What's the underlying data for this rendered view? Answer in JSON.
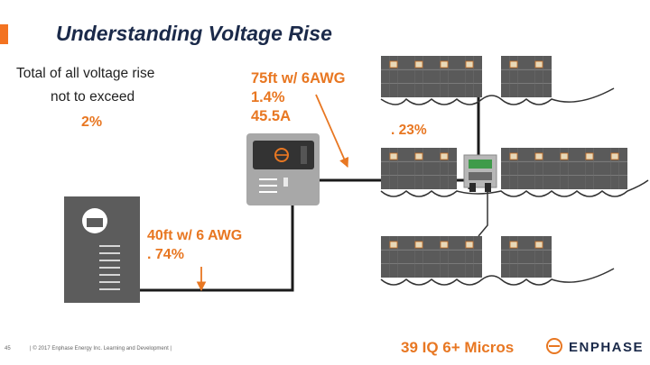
{
  "slide": {
    "title": "Understanding Voltage Rise",
    "accent_color": "#f37321",
    "text_color": "#1b2a4a",
    "label_color": "#e87722"
  },
  "rule": {
    "line1": "Total of all voltage rise",
    "line2": "not to exceed",
    "limit": "2%"
  },
  "segment_feed": {
    "length": "75ft w/ 6AWG",
    "rise": "1.4%",
    "current": "45.5A"
  },
  "segment_branch": {
    "rise": ". 23%"
  },
  "segment_service": {
    "length": "40ft w/ 6 AWG",
    "rise": ". 74%"
  },
  "footer": {
    "page_number": "45",
    "copyright": "| © 2017 Enphase Energy Inc. Learning and Development |",
    "micros_label": "39 IQ 6+ Micros",
    "brand_name": "ENPHASE",
    "brand_icon": "enphase-logo-icon"
  },
  "icons": {
    "service_panel": "service-panel-icon",
    "combiner": "ac-combiner-icon",
    "junction_box": "junction-box-icon",
    "solar_module": "solar-module-icon"
  }
}
